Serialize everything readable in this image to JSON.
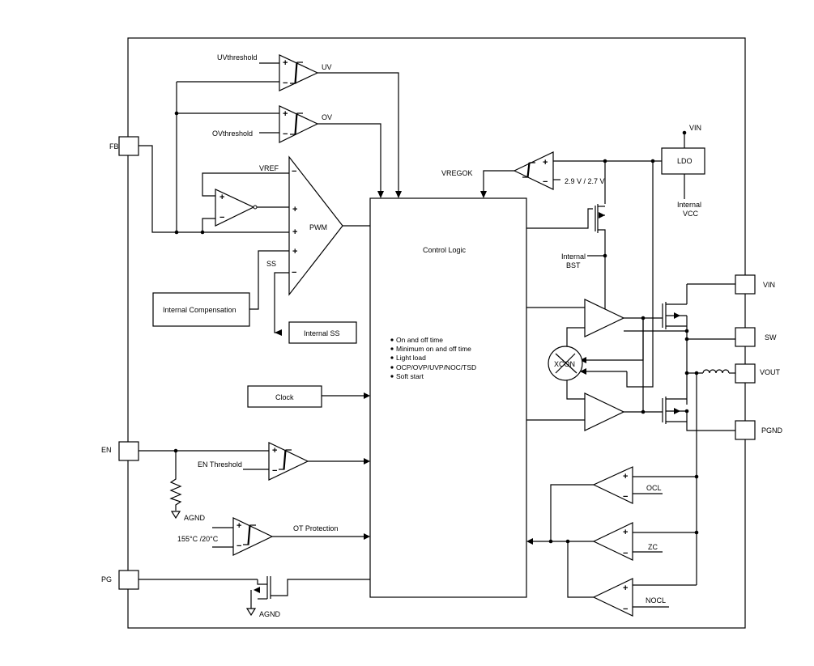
{
  "pins": {
    "fb": "FB",
    "en": "EN",
    "pg": "PG",
    "vin": "VIN",
    "sw": "SW",
    "vout": "VOUT",
    "pgnd": "PGND"
  },
  "labels": {
    "uv_threshold": "UVthreshold",
    "uv": "UV",
    "ov": "OV",
    "ov_threshold": "OVthreshold",
    "vref": "VREF",
    "pwm": "PWM",
    "ss": "SS",
    "internal_comp": "Internal Compensation",
    "internal_ss": "Internal SS",
    "clock": "Clock",
    "en_threshold": "EN Threshold",
    "agnd": "AGND",
    "temp": "155°C /20°C",
    "ot_protection": "OT Protection",
    "vregok": "VREGOK",
    "uv_levels": "2.9 V / 2.7 V",
    "vin_top": "VIN",
    "ldo": "LDO",
    "internal_vcc_1": "Internal",
    "internal_vcc_2": "VCC",
    "internal_bst_1": "Internal",
    "internal_bst_2": "BST",
    "xcon": "XCON",
    "ocl": "OCL",
    "zc": "ZC",
    "nocl": "NOCL",
    "control_logic": "Control Logic"
  },
  "control_features": [
    "On and off time",
    "Minimum on and off time",
    "Light load",
    "OCP/OVP/UVP/NOC/TSD",
    "Soft start"
  ]
}
